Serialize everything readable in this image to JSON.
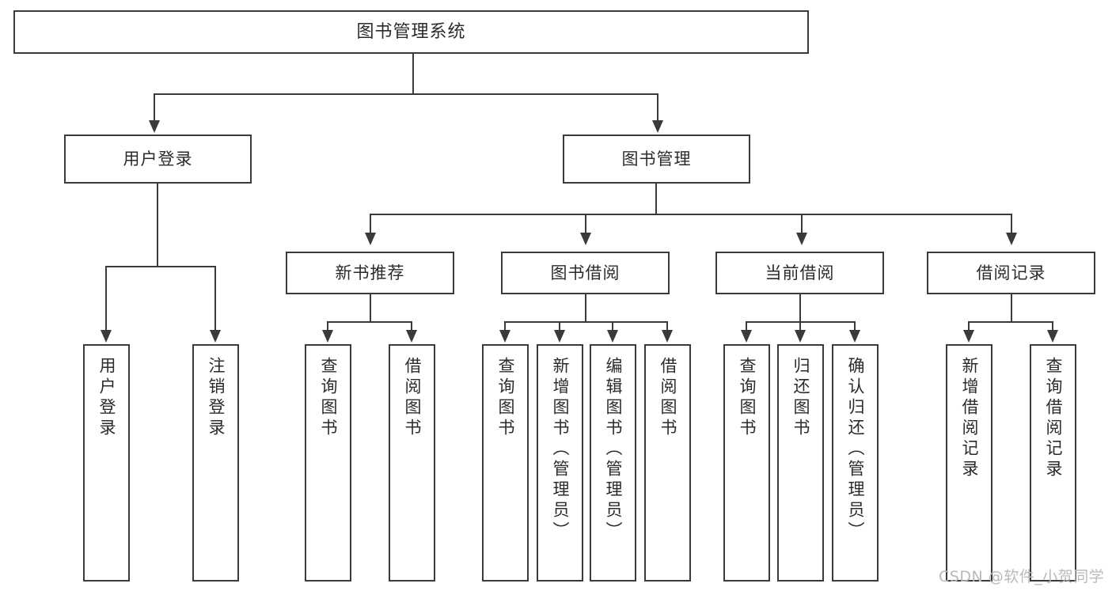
{
  "diagram": {
    "type": "tree",
    "title": "图书管理系统",
    "watermark": "CSDN @软件_小贺同学",
    "colors": {
      "stroke": "#3a3a3a",
      "background": "#ffffff",
      "text": "#2b2b2b",
      "watermark": "#b9b9b9"
    },
    "nodes": {
      "root": "图书管理系统",
      "level1": [
        "用户登录",
        "图书管理"
      ],
      "level2": [
        "新书推荐",
        "图书借阅",
        "当前借阅",
        "借阅记录"
      ],
      "leaves": {
        "user_login": [
          "用户登录",
          "注销登录"
        ],
        "new_book_recommend": [
          "查询图书",
          "借阅图书"
        ],
        "book_borrow": [
          "查询图书",
          "新增图书（管理员）",
          "编辑图书（管理员）",
          "借阅图书"
        ],
        "current_borrow": [
          "查询图书",
          "归还图书",
          "确认归还（管理员）"
        ],
        "borrow_record": [
          "新增借阅记录",
          "查询借阅记录"
        ]
      }
    }
  }
}
